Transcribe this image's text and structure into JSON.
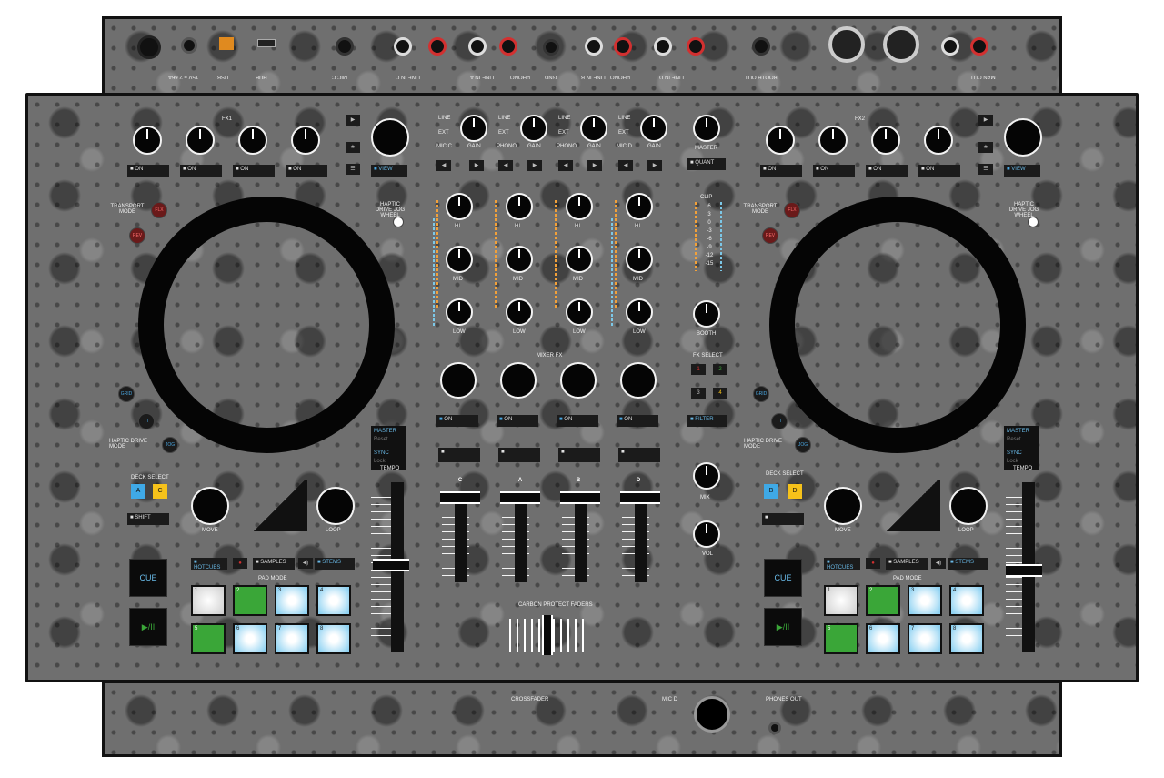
{
  "rear_panel": {
    "labels": [
      "MAN OUT",
      "BOOTH OUT",
      "LINE IN D",
      "PHONO",
      "LINE IN B",
      "GND",
      "PHONO",
      "LINE IN A",
      "LINE IN C",
      "MIC C",
      "HUB",
      "USB",
      "15V = 2.66A"
    ]
  },
  "fx1": {
    "label": "FX1",
    "on_buttons": [
      "ON",
      "ON",
      "ON",
      "ON"
    ],
    "view": "VIEW"
  },
  "fx2": {
    "label": "FX2",
    "on_buttons": [
      "ON",
      "ON",
      "ON",
      "ON"
    ],
    "view": "VIEW"
  },
  "mixer": {
    "channels": [
      {
        "source_top": "LINE",
        "source_ext": "EXT",
        "source_mic": "MIC C",
        "gain": "GAIN",
        "on": "ON"
      },
      {
        "source_top": "LINE",
        "source_ext": "EXT",
        "source_mic": "PHONO",
        "gain": "GAIN",
        "on": "ON"
      },
      {
        "source_top": "LINE",
        "source_ext": "EXT",
        "source_mic": "PHONO",
        "gain": "GAIN",
        "on": "ON"
      },
      {
        "source_top": "LINE",
        "source_ext": "EXT",
        "source_mic": "MIC D",
        "gain": "GAIN",
        "on": "ON"
      }
    ],
    "eq_labels": [
      "HI",
      "MID",
      "LOW"
    ],
    "master": "MASTER",
    "quant": "QUANT",
    "clip": "CLIP",
    "meter_scale": [
      "6",
      "3",
      "0",
      "-3",
      "-6",
      "-9",
      "-12",
      "-15"
    ],
    "booth": "BOOTH",
    "mixer_fx": "MIXER FX",
    "fx_select": "FX SELECT",
    "fx_select_buttons": [
      "1",
      "2",
      "3",
      "4"
    ],
    "filter": "FILTER",
    "fader_letters": [
      "C",
      "A",
      "B",
      "D"
    ],
    "mix": "MIX",
    "vol": "VOL",
    "carbon": "CARBON PROTECT FADERS",
    "crossfader": "CROSSFADER",
    "mic_d": "MIC D",
    "phones_out": "PHONES OUT"
  },
  "left_deck": {
    "transport_mode": "TRANSPORT MODE",
    "flx": "FLX",
    "rev": "REV",
    "haptic_top": "HAPTIC DRIVE JOG WHEEL",
    "grid": "GRID",
    "tt": "TT",
    "jog": "JOG",
    "haptic_bottom": "HAPTIC DRIVE MODE",
    "master_btn": "MASTER",
    "reset": "Reset",
    "sync_btn": "SYNC",
    "lock": "Lock",
    "tempo": "TEMPO",
    "deck_select": "DECK SELECT",
    "deck_a": "A",
    "deck_c": "C",
    "shift": "SHIFT",
    "move": "MOVE",
    "loop": "LOOP",
    "cue": "CUE",
    "play": "▶/II",
    "hotcues": "HOTCUES",
    "samples": "SAMPLES",
    "stems": "STEMS",
    "pad_mode": "PAD MODE",
    "pads": [
      "1",
      "2",
      "3",
      "4",
      "5",
      "6",
      "7",
      "8"
    ]
  },
  "right_deck": {
    "transport_mode": "TRANSPORT MODE",
    "flx": "FLX",
    "rev": "REV",
    "haptic_top": "HAPTIC DRIVE JOG WHEEL",
    "grid": "GRID",
    "tt": "TT",
    "jog": "JOG",
    "haptic_bottom": "HAPTIC DRIVE MODE",
    "master_btn": "MASTER",
    "reset": "Reset",
    "sync_btn": "SYNC",
    "lock": "Lock",
    "tempo": "TEMPO",
    "deck_select": "DECK SELECT",
    "deck_b": "B",
    "deck_d": "D",
    "move": "MOVE",
    "loop": "LOOP",
    "cue": "CUE",
    "play": "▶/II",
    "hotcues": "HOTCUES",
    "samples": "SAMPLES",
    "stems": "STEMS",
    "pad_mode": "PAD MODE",
    "pads": [
      "1",
      "2",
      "3",
      "4",
      "5",
      "6",
      "7",
      "8"
    ]
  },
  "colors": {
    "deck_blue": "#3fa9e6",
    "deck_yellow": "#f6c21a",
    "pad_green": "#3aa638",
    "accent_blue": "#68b7e4"
  }
}
